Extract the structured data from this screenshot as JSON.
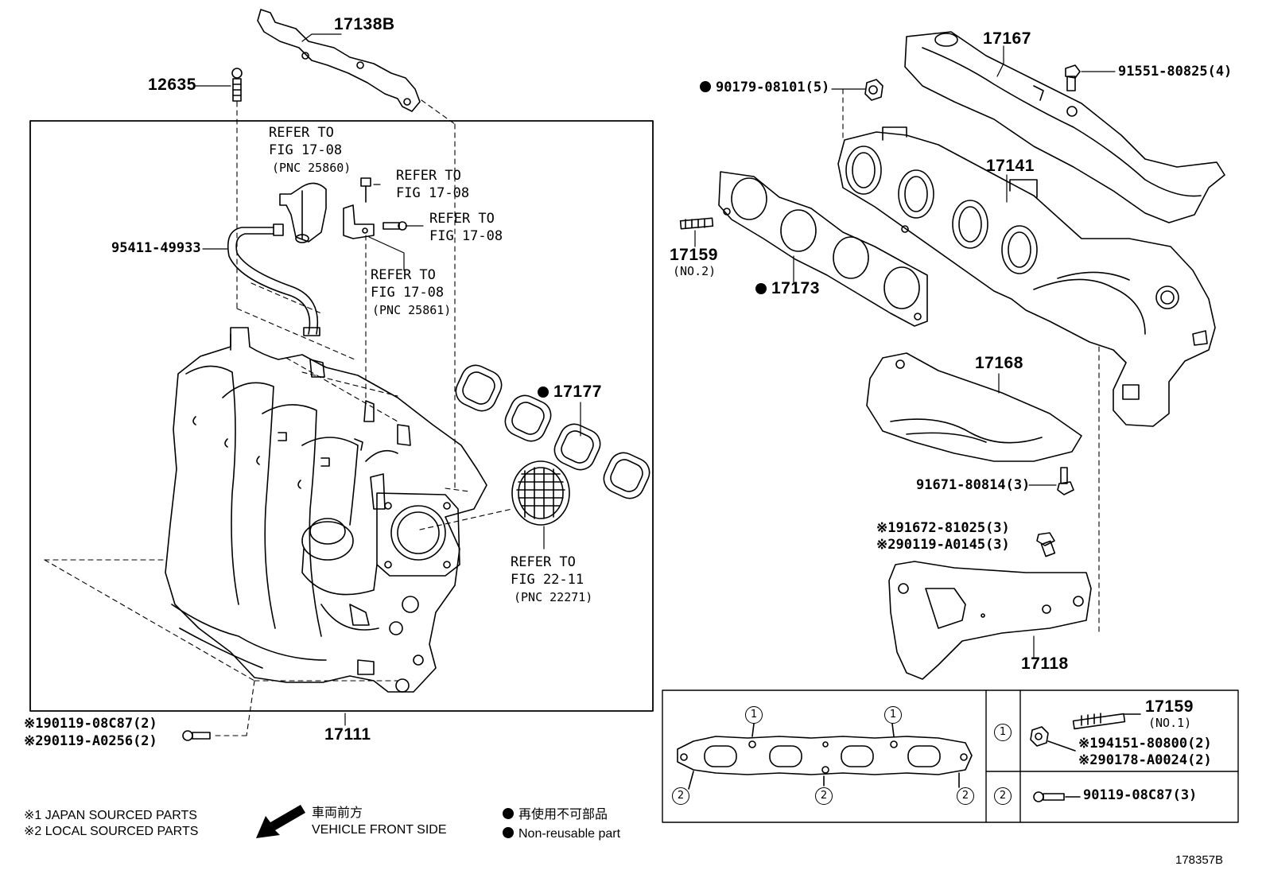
{
  "parts": {
    "p17138B": "17138B",
    "p12635": "12635",
    "p95411": "95411-49933",
    "p17111": "17111",
    "p17177": "17177",
    "p17167": "17167",
    "p91551": "91551-80825(4)",
    "p90179": "90179-08101(5)",
    "p17141": "17141",
    "p17159_no2": "17159",
    "no2": "(NO.2)",
    "p17173": "17173",
    "p17168": "17168",
    "p91671": "91671-80814(3)",
    "p91672": "91672-81025(3)",
    "p90119a0145": "90119-A0145(3)",
    "p17118": "17118",
    "p90119_08c87_2": "90119-08C87(2)",
    "p90119_a0256": "90119-A0256(2)",
    "p17159_no1": "17159",
    "no1": "(NO.1)",
    "p94151": "94151-80800(2)",
    "p90178": "90178-A0024(2)",
    "p90119_08c87_3": "90119-08C87(3)"
  },
  "refs": {
    "r1a": "REFER TO",
    "r1b": "FIG 17-08",
    "r1c": "(PNC 25860)",
    "r2a": "REFER TO",
    "r2b": "FIG 17-08",
    "r3a": "REFER TO",
    "r3b": "FIG 17-08",
    "r4a": "REFER TO",
    "r4b": "FIG 17-08",
    "r4c": "(PNC 25861)",
    "r5a": "REFER TO",
    "r5b": "FIG 22-11",
    "r5c": "(PNC 22271)"
  },
  "marks": {
    "m1": "※1",
    "m2": "※2",
    "c1": "1",
    "c2": "2"
  },
  "legend": {
    "japan": "※1 JAPAN SOURCED PARTS",
    "local": "※2 LOCAL SOURCED PARTS",
    "front_jp": "車両前方",
    "front_en": "VEHICLE FRONT SIDE",
    "nonreuse_jp": "再使用不可部品",
    "nonreuse_en": "Non-reusable part"
  },
  "figure_id": "178357B"
}
